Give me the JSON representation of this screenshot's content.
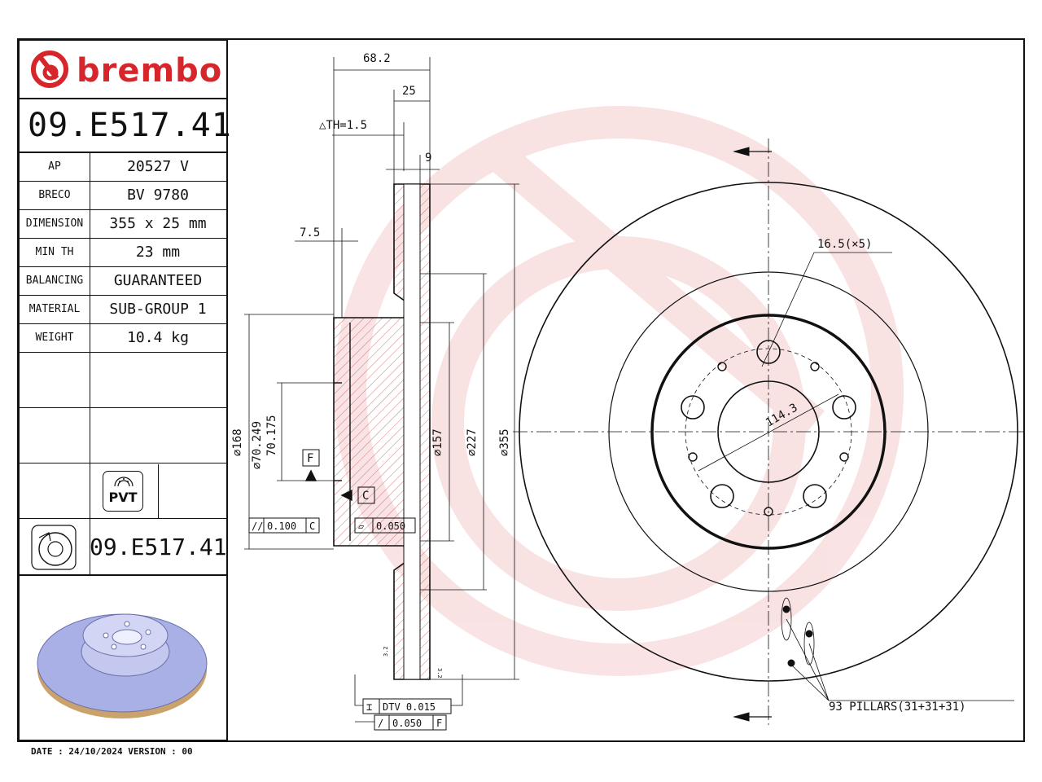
{
  "brand": {
    "name": "brembo",
    "color": "#d7262b"
  },
  "part_number": "09.E517.41",
  "specs": [
    {
      "label": "AP",
      "value": "20527 V"
    },
    {
      "label": "BRECO",
      "value": "BV 9780"
    },
    {
      "label": "DIMENSION",
      "value": "355 x 25 mm"
    },
    {
      "label": "MIN TH",
      "value": "23 mm"
    },
    {
      "label": "BALANCING",
      "value": "GUARANTEED"
    },
    {
      "label": "MATERIAL",
      "value": "SUB-GROUP 1"
    },
    {
      "label": "WEIGHT",
      "value": "10.4 kg"
    }
  ],
  "pvt_label": "PVT",
  "footer": {
    "date_text": "DATE : 24/10/2024 VERSION : 00"
  },
  "drawing": {
    "dim_68_2": "68.2",
    "dim_25": "25",
    "dim_th": "△TH=1.5",
    "dim_9": "9",
    "dim_7_5": "7.5",
    "dim_168": "⌀168",
    "dim_70": "⌀70.249",
    "dim_70b": "70.175",
    "dim_157": "⌀157",
    "dim_227": "⌀227",
    "dim_355": "⌀355",
    "datum_f": "F",
    "datum_c": "C",
    "tol_parallel": "0.100",
    "tol_parallel_ref": "C",
    "tol_flat": "0.050",
    "tol_dtv": "DTV 0.015",
    "tol_runout": "0.050",
    "tol_runout_ref": "F",
    "rough_left": "3.2",
    "rough_right": "3.2",
    "hole_label": "16.5(×5)",
    "pcd_label": "114.3",
    "pillars_label": "93 PILLARS(31+31+31)"
  }
}
